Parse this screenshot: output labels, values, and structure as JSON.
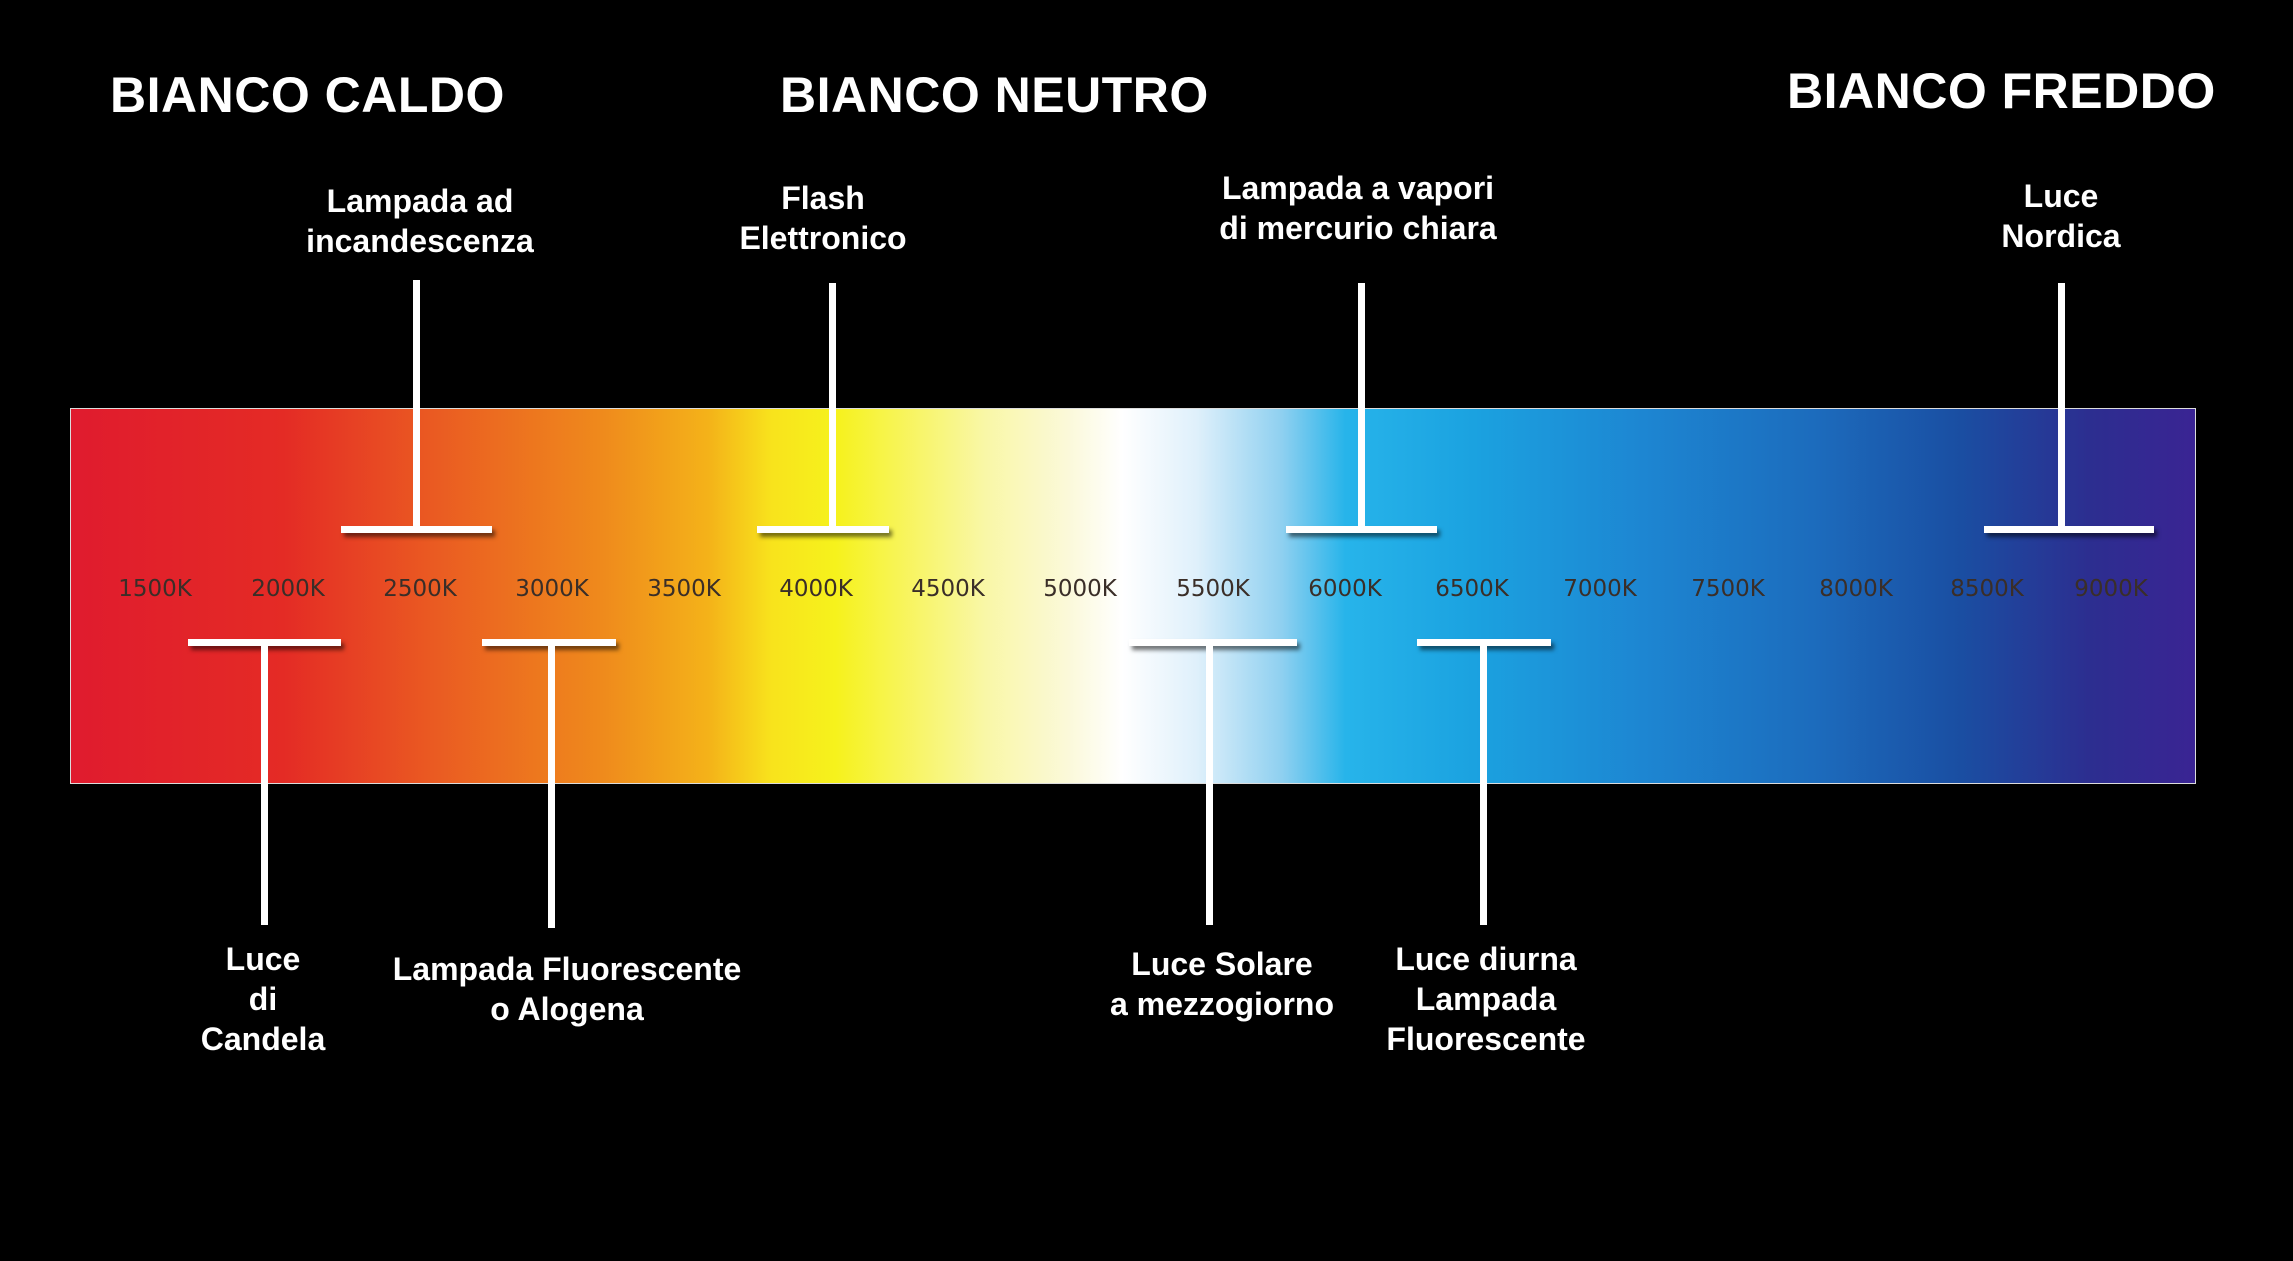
{
  "categories": {
    "warm": "BIANCO CALDO",
    "neutral": "BIANCO NEUTRO",
    "cold": "BIANCO FREDDO"
  },
  "scale": {
    "unit": "K",
    "ticks": [
      "1500K",
      "2000K",
      "2500K",
      "3000K",
      "3500K",
      "4000K",
      "4500K",
      "5000K",
      "5500K",
      "6000K",
      "6500K",
      "7000K",
      "7500K",
      "8000K",
      "8500K",
      "9000K"
    ]
  },
  "sources_above": [
    {
      "id": "incandescent",
      "lines": [
        "Lampada ad",
        "incandescenza"
      ]
    },
    {
      "id": "flash",
      "lines": [
        "Flash",
        "Elettronico"
      ]
    },
    {
      "id": "mercury",
      "lines": [
        "Lampada a vapori",
        "di mercurio chiara"
      ]
    },
    {
      "id": "nordic",
      "lines": [
        "Luce",
        "Nordica"
      ]
    }
  ],
  "sources_below": [
    {
      "id": "candle",
      "lines": [
        "Luce",
        "di",
        "Candela"
      ]
    },
    {
      "id": "fluorescent-halogen",
      "lines": [
        "Lampada Fluorescente",
        "o Alogena"
      ]
    },
    {
      "id": "noon-sun",
      "lines": [
        "Luce Solare",
        "a mezzogiorno"
      ]
    },
    {
      "id": "daylight-fluorescent",
      "lines": [
        "Luce diurna",
        "Lampada",
        "Fluorescente"
      ]
    }
  ],
  "colors": {
    "background": "#000000",
    "text": "#ffffff",
    "tick_text": "#3a2e28",
    "gradient_start": "#e01b2e",
    "gradient_middle": "#ffffff",
    "gradient_end": "#3a2493"
  }
}
